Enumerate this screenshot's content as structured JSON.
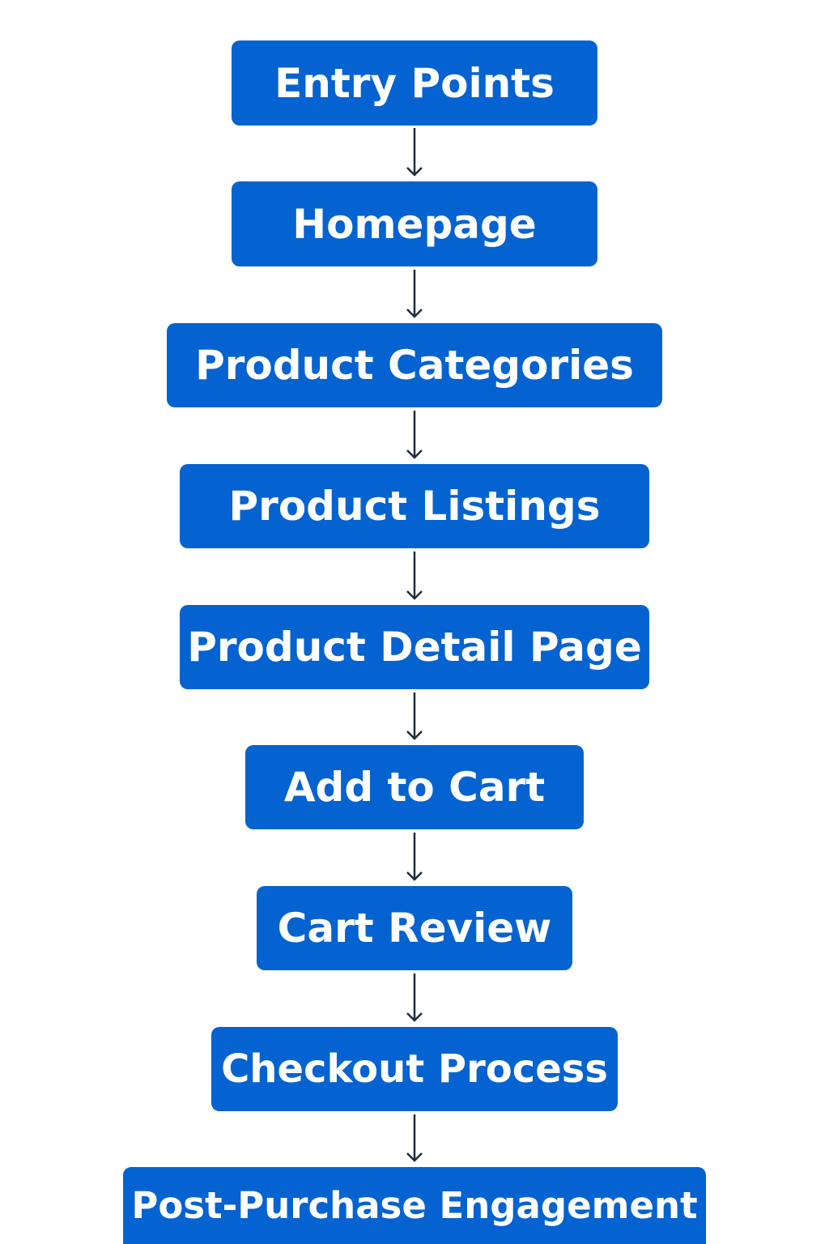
{
  "flow": {
    "steps": [
      {
        "label": "Entry Points"
      },
      {
        "label": "Homepage"
      },
      {
        "label": "Product Categories"
      },
      {
        "label": "Product Listings"
      },
      {
        "label": "Product Detail Page"
      },
      {
        "label": "Add to Cart"
      },
      {
        "label": "Cart Review"
      },
      {
        "label": "Checkout Process"
      },
      {
        "label": "Post-Purchase Engagement"
      }
    ]
  },
  "colors": {
    "node_fill": "#0563d1",
    "node_text": "#ffffff",
    "arrow": "#1f2d3d",
    "background": "#ffffff"
  }
}
